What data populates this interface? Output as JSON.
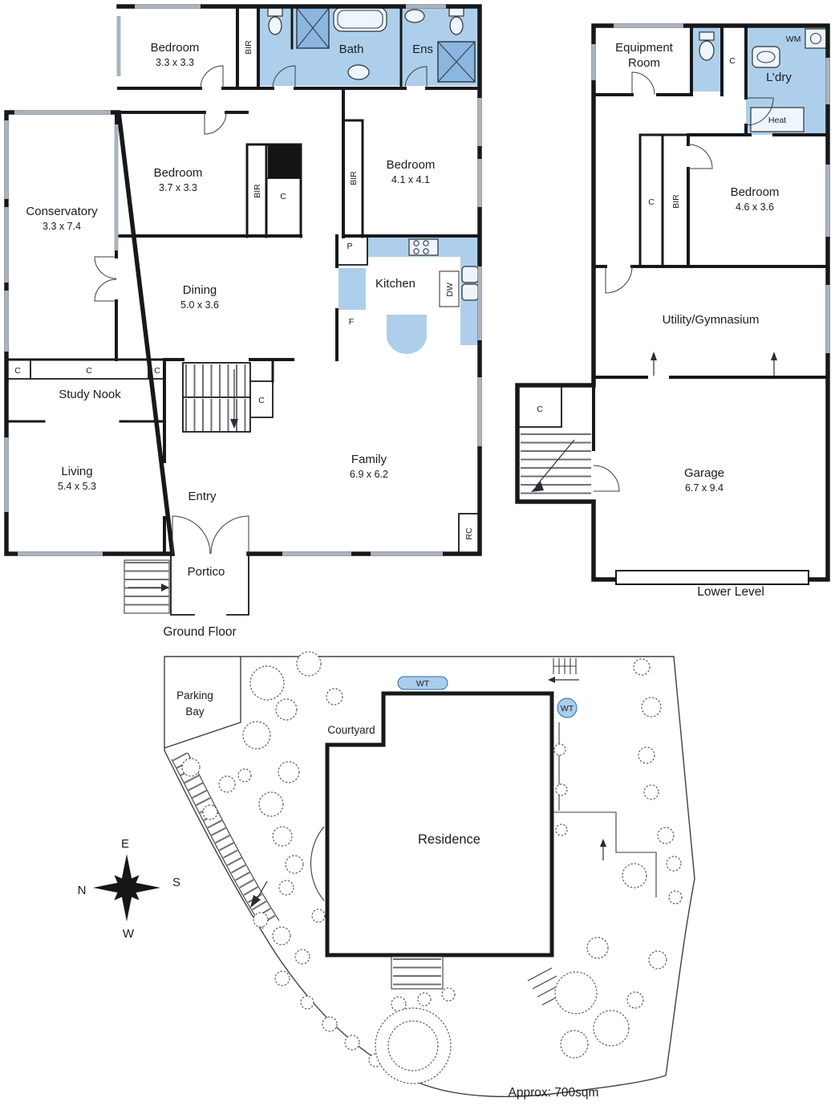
{
  "colors": {
    "wet": "#aecfec",
    "fixture": "#8ab6e0",
    "wall": "#17181a",
    "tank": "#a9cdeb"
  },
  "abbr": {
    "bir": "BIR",
    "c": "C",
    "p": "P",
    "f": "F",
    "dw": "DW",
    "rc": "RC",
    "wm": "WM"
  },
  "ground": {
    "caption": "Ground Floor",
    "bedroom_top": {
      "name": "Bedroom",
      "dims": "3.3 x 3.3"
    },
    "bath": "Bath",
    "ens": "Ens",
    "bedroom_mid": {
      "name": "Bedroom",
      "dims": "3.7 x 3.3"
    },
    "bedroom_right": {
      "name": "Bedroom",
      "dims": "4.1 x 4.1"
    },
    "conservatory": {
      "name": "Conservatory",
      "dims": "3.3 x 7.4"
    },
    "dining": {
      "name": "Dining",
      "dims": "5.0 x 3.6"
    },
    "kitchen": "Kitchen",
    "study_nook": "Study Nook",
    "living": {
      "name": "Living",
      "dims": "5.4 x 5.3"
    },
    "entry": "Entry",
    "family": {
      "name": "Family",
      "dims": "6.9 x 6.2"
    },
    "portico": "Portico"
  },
  "lower": {
    "caption": "Lower Level",
    "equipment_room": {
      "line1": "Equipment",
      "line2": "Room"
    },
    "laundry": "L’dry",
    "heat": "Heat",
    "bedroom": {
      "name": "Bedroom",
      "dims": "4.6 x 3.6"
    },
    "utility": "Utility/Gymnasium",
    "garage": {
      "name": "Garage",
      "dims": "6.7 x 9.4"
    }
  },
  "site": {
    "parking": {
      "line1": "Parking",
      "line2": "Bay"
    },
    "courtyard": "Courtyard",
    "residence": "Residence",
    "water_tank": "WT",
    "area": "Approx: 700sqm",
    "compass": {
      "n": "N",
      "e": "E",
      "s": "S",
      "w": "W"
    }
  }
}
